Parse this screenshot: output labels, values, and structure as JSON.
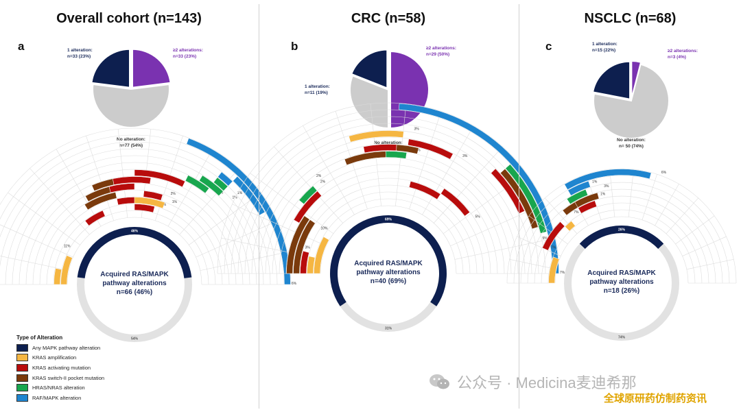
{
  "legend": {
    "title": "Type of Alteration",
    "items": [
      {
        "label": "Any MAPK pathway alteration",
        "color": "#0d1f4f"
      },
      {
        "label": "KRAS amplification",
        "color": "#f5b642"
      },
      {
        "label": "KRAS activating mutation",
        "color": "#b80c0c"
      },
      {
        "label": "KRAS switch-II pocket mutation",
        "color": "#7a3a0c"
      },
      {
        "label": "HRAS/NRAS alteration",
        "color": "#18a64e"
      },
      {
        "label": "RAF/MAPK alteration",
        "color": "#1f85cf"
      }
    ]
  },
  "watermark": "公众号 · Medicina麦迪希那",
  "watermark_sub": "全球原研药仿制药资讯",
  "colors": {
    "none": "#cccccc",
    "track": "#e2e2e2",
    "gridline": "#dddddd",
    "one": "#0d1f4f",
    "two": "#7a32b0"
  },
  "chart_data": [
    {
      "type": "pie",
      "panel": "a",
      "title": "Overall cohort (n=143)",
      "slices": [
        {
          "label": "1 alteration:",
          "value_text": "n=33 (23%)",
          "value": 23,
          "key": "one"
        },
        {
          "label": "≥2 alterations:",
          "value_text": "n=33 (23%)",
          "value": 23,
          "key": "two"
        },
        {
          "label": "No alteration:",
          "value_text": "n=77 (54%)",
          "value": 54,
          "key": "none"
        }
      ],
      "radial": {
        "center_lines": [
          "Acquired RAS/MAPK",
          "pathway alterations",
          "n=66 (46%)"
        ],
        "inner_percent": 46,
        "inner_label": "46%",
        "bottom_label": "54%",
        "rings": [
          {
            "pct": 11,
            "label": "11%",
            "segments": [
              {
                "type": "KRAS amplification",
                "from": 0,
                "to": 8
              }
            ]
          },
          {
            "pct": 6,
            "label": "6%",
            "segments": [
              {
                "type": "KRAS amplification",
                "from": 0,
                "to": 4
              },
              {
                "type": "KRAS activating mutation",
                "from": 18,
                "to": 23
              },
              {
                "type": "KRAS activating mutation",
                "from": 31,
                "to": 36
              }
            ]
          },
          {
            "pct": 1,
            "label": "1%",
            "segments": [
              {
                "type": "KRAS activating mutation",
                "from": 27,
                "to": 32
              },
              {
                "type": "KRAS amplification",
                "from": 31,
                "to": 38
              }
            ]
          },
          {
            "pct": 2,
            "label": "2%",
            "segments": [
              {
                "type": "KRAS switch-II pocket mutation",
                "from": 20,
                "to": 27
              },
              {
                "type": "KRAS activating mutation",
                "from": 33,
                "to": 37
              }
            ]
          },
          {
            "pct": 2,
            "label": "2%",
            "segments": [
              {
                "type": "KRAS switch-II pocket mutation",
                "from": 21,
                "to": 26
              },
              {
                "type": "KRAS activating mutation",
                "from": 26,
                "to": 31
              }
            ]
          },
          {
            "pct": 1,
            "label": "1%",
            "segments": [
              {
                "type": "KRAS switch-II pocket mutation",
                "from": 23,
                "to": 27
              },
              {
                "type": "KRAS activating mutation",
                "from": 27,
                "to": 34
              }
            ]
          },
          {
            "pct": 1,
            "label": "1%",
            "segments": [
              {
                "type": "KRAS activating mutation",
                "from": 31,
                "to": 40
              }
            ]
          },
          {
            "pct": 1,
            "label": "1%",
            "segments": [
              {
                "type": "HRAS/NRAS alteration",
                "from": 40,
                "to": 44
              }
            ]
          },
          {
            "pct": 1,
            "label": "1%",
            "segments": [
              {
                "type": "HRAS/NRAS alteration",
                "from": 42,
                "to": 46
              }
            ]
          },
          {
            "pct": 1,
            "label": "1%",
            "segments": [
              {
                "type": "HRAS/NRAS alteration",
                "from": 44,
                "to": 46
              }
            ]
          },
          {
            "pct": 1,
            "label": "1%",
            "segments": [
              {
                "type": "RAF/MAPK alteration",
                "from": 44,
                "to": 46
              }
            ]
          },
          {
            "pct": 3,
            "label": "3%",
            "segments": [
              {
                "type": "RAF/MAPK alteration",
                "from": 46,
                "to": 52
              }
            ]
          },
          {
            "pct": 6,
            "label": "6%",
            "segments": [
              {
                "type": "RAF/MAPK alteration",
                "from": 38,
                "to": 62
              }
            ]
          }
        ]
      }
    },
    {
      "type": "pie",
      "panel": "b",
      "title": "CRC (n=58)",
      "slices": [
        {
          "label": "1 alteration:",
          "value_text": "n=11 (19%)",
          "value": 19,
          "key": "one"
        },
        {
          "label": "≥2 alterations:",
          "value_text": "n=29 (50%)",
          "value": 50,
          "key": "two"
        },
        {
          "label": "No alteration:",
          "value_text": "n=18 (31%)",
          "value": 31,
          "key": "none"
        }
      ],
      "radial": {
        "center_lines": [
          "Acquired RAS/MAPK",
          "pathway alterations",
          "n=40 (69%)"
        ],
        "inner_percent": 69,
        "inner_label": "69%",
        "bottom_label": "31%",
        "rings": [
          {
            "pct": 10,
            "label": "10%",
            "segments": [
              {
                "type": "KRAS amplification",
                "from": 0,
                "to": 12
              }
            ]
          },
          {
            "pct": 3,
            "label": "3%",
            "segments": [
              {
                "type": "KRAS amplification",
                "from": 0,
                "to": 5
              }
            ]
          },
          {
            "pct": 2,
            "label": "2%",
            "segments": [
              {
                "type": "KRAS activating mutation",
                "from": 0,
                "to": 6
              }
            ]
          },
          {
            "pct": 5,
            "label": "5%",
            "segments": [
              {
                "type": "KRAS switch-II pocket mutation",
                "from": 0,
                "to": 14
              },
              {
                "type": "KRAS activating mutation",
                "from": 42,
                "to": 50
              }
            ]
          },
          {
            "pct": 5,
            "label": "5%",
            "segments": [
              {
                "type": "KRAS switch-II pocket mutation",
                "from": 0,
                "to": 14
              },
              {
                "type": "KRAS activating mutation",
                "from": 50,
                "to": 58
              }
            ]
          },
          {
            "pct": 2,
            "label": "2%",
            "segments": [
              {
                "type": "KRAS activating mutation",
                "from": 12,
                "to": 20
              }
            ]
          },
          {
            "pct": 2,
            "label": "2%",
            "segments": [
              {
                "type": "HRAS/NRAS alteration",
                "from": 16,
                "to": 20
              }
            ]
          },
          {
            "pct": 3,
            "label": "3%",
            "segments": [
              {
                "type": "KRAS switch-II pocket mutation",
                "from": 28,
                "to": 36
              },
              {
                "type": "HRAS/NRAS alteration",
                "from": 36,
                "to": 40
              }
            ]
          },
          {
            "pct": 2,
            "label": "2%",
            "segments": [
              {
                "type": "KRAS activating mutation",
                "from": 32,
                "to": 38
              },
              {
                "type": "KRAS switch-II pocket mutation",
                "from": 38,
                "to": 42
              }
            ]
          },
          {
            "pct": 3,
            "label": "3%",
            "segments": [
              {
                "type": "KRAS activating mutation",
                "from": 40,
                "to": 48
              }
            ]
          },
          {
            "pct": 3,
            "label": "3%",
            "segments": [
              {
                "type": "KRAS amplification",
                "from": 30,
                "to": 39
              }
            ]
          },
          {
            "pct": 3,
            "label": "3%",
            "segments": [
              {
                "type": "KRAS activating mutation",
                "from": 55,
                "to": 63
              }
            ]
          },
          {
            "pct": 5,
            "label": "5%",
            "segments": [
              {
                "type": "KRAS switch-II pocket mutation",
                "from": 56,
                "to": 66
              }
            ]
          },
          {
            "pct": 7,
            "label": "7%",
            "segments": [
              {
                "type": "HRAS/NRAS alteration",
                "from": 56,
                "to": 67
              }
            ]
          },
          {
            "pct": 7,
            "label": "7%",
            "segments": [
              {
                "type": "RAF/MAPK alteration",
                "from": 38,
                "to": 73
              }
            ]
          }
        ]
      }
    },
    {
      "type": "pie",
      "panel": "c",
      "title": "NSCLC (n=68)",
      "slices": [
        {
          "label": "1 alteration:",
          "value_text": "n=15 (22%)",
          "value": 22,
          "key": "one"
        },
        {
          "label": "≥2 alterations:",
          "value_text": "n=3 (4%)",
          "value": 4,
          "key": "two"
        },
        {
          "label": "No alteration:",
          "value_text": "n= 50 (74%)",
          "value": 74,
          "key": "none"
        }
      ],
      "radial": {
        "center_lines": [
          "Acquired RAS/MAPK",
          "pathway alterations",
          "n=18 (26%)"
        ],
        "inner_percent": 26,
        "inner_label": "26%",
        "bottom_label": "74%",
        "rings": [
          {
            "pct": 7,
            "label": "7%",
            "segments": [
              {
                "type": "KRAS amplification",
                "from": 0,
                "to": 7
              }
            ]
          },
          {
            "pct": 7,
            "label": "7%",
            "segments": [
              {
                "type": "KRAS amplification",
                "from": 15,
                "to": 17
              }
            ]
          },
          {
            "pct": 1,
            "label": "1%",
            "segments": [
              {
                "type": "KRAS activating mutation",
                "from": 8,
                "to": 15
              },
              {
                "type": "KRAS activating mutation",
                "from": 20,
                "to": 24
              }
            ]
          },
          {
            "pct": 3,
            "label": "3%",
            "segments": [
              {
                "type": "KRAS switch-II pocket mutation",
                "from": 17,
                "to": 20
              },
              {
                "type": "KRAS switch-II pocket mutation",
                "from": 20,
                "to": 25
              }
            ]
          },
          {
            "pct": 1,
            "label": "1%",
            "segments": [
              {
                "type": "HRAS/NRAS alteration",
                "from": 19,
                "to": 23
              }
            ]
          },
          {
            "pct": 1,
            "label": "1%",
            "segments": [
              {
                "type": "RAF/MAPK alteration",
                "from": 20,
                "to": 24
              }
            ]
          },
          {
            "pct": 6,
            "label": "6%",
            "segments": [
              {
                "type": "RAF/MAPK alteration",
                "from": 20,
                "to": 35
              }
            ]
          }
        ]
      }
    }
  ]
}
